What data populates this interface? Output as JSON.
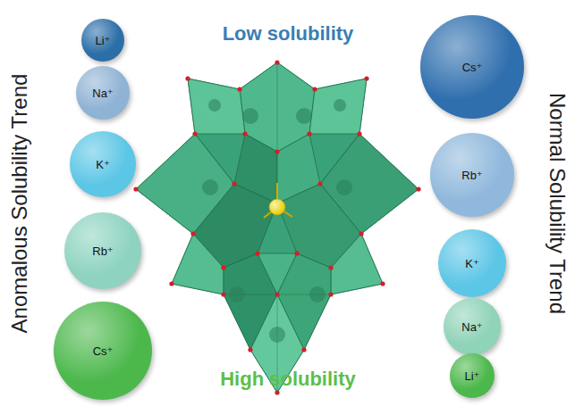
{
  "diagram": {
    "nodes": [
      {
        "text": [
          "Li⁺"
        ]
      },
      {
        "text": [
          "Na⁺"
        ]
      },
      {
        "text": [
          "K⁺"
        ]
      },
      {
        "text": [
          "Rb⁺"
        ]
      },
      {
        "text": [
          "Cs⁺"
        ]
      },
      {
        "text": [
          "Cs⁺"
        ]
      },
      {
        "text": [
          "Rb⁺"
        ]
      },
      {
        "text": [
          "K⁺"
        ]
      },
      {
        "text": [
          "Na⁺"
        ]
      },
      {
        "text": [
          "Li⁺"
        ]
      }
    ],
    "labels": [
      "Low solubility",
      "High solubility",
      "Anomalous Solubility Trend",
      "Normal Solubility Trend"
    ]
  }
}
